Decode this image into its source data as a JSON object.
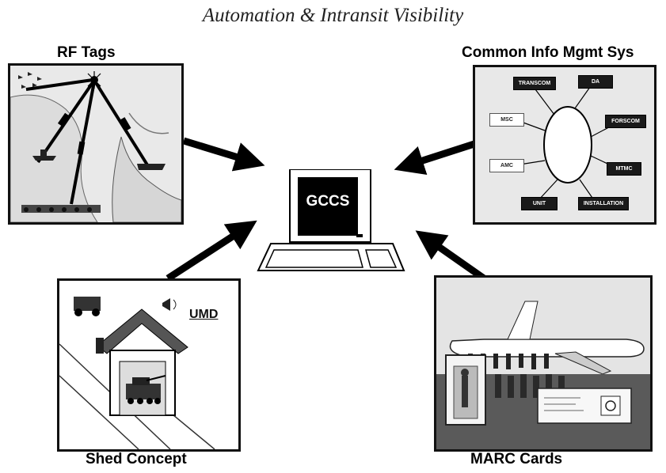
{
  "title": "Automation & Intransit Visibility",
  "center": {
    "screen_label": "GCCS"
  },
  "panels": {
    "rf_tags": {
      "caption": "RF Tags"
    },
    "cims": {
      "caption": "Common Info Mgmt Sys",
      "nodes": [
        "TRANSCOM",
        "DA",
        "MSC",
        "FORSCOM",
        "AMC",
        "MTMC",
        "UNIT",
        "INSTALLATION"
      ]
    },
    "shed": {
      "caption": "Shed Concept",
      "umd_label": "UMD"
    },
    "marc": {
      "caption": "MARC Cards"
    }
  }
}
